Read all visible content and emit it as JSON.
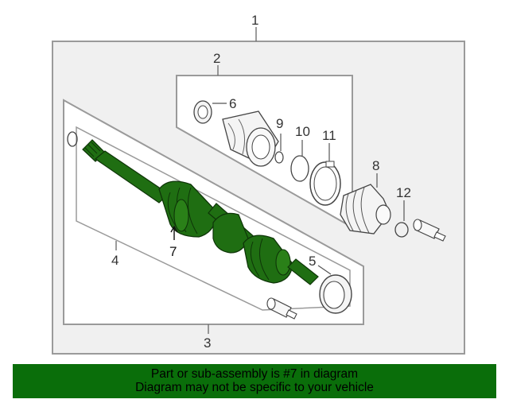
{
  "callouts": {
    "c1": "1",
    "c2": "2",
    "c3": "3",
    "c4": "4",
    "c5": "5",
    "c6": "6",
    "c7": "7",
    "c8": "8",
    "c9": "9",
    "c10": "10",
    "c11": "11",
    "c12": "12"
  },
  "highlight_part": "7",
  "banner": {
    "line1": "Part or sub-assembly is #7 in diagram",
    "line2": "Diagram may not be specific to your vehicle"
  },
  "colors": {
    "highlight_green": "#1f6e12",
    "banner_green": "#0a6e0a",
    "outline_gray": "#8a8a8a",
    "panel_fill": "#f0f0f0"
  }
}
